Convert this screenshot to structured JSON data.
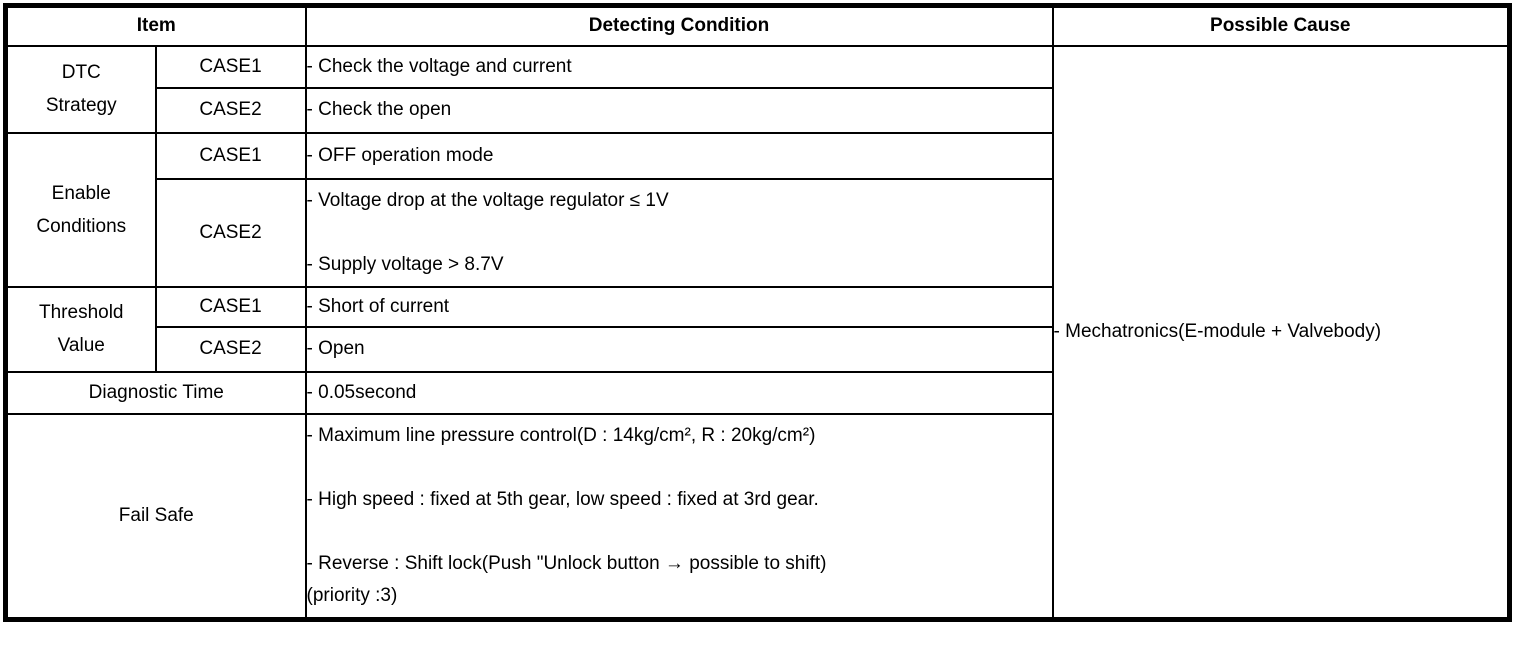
{
  "table": {
    "header": {
      "item": "Item",
      "detecting_condition": "Detecting Condition",
      "possible_cause": "Possible Cause"
    },
    "dtc_strategy": {
      "label": "DTC\nStrategy",
      "case1_label": "CASE1",
      "case1_condition": "- Check the voltage and current",
      "case2_label": "CASE2",
      "case2_condition": "- Check the open"
    },
    "enable_conditions": {
      "label": "Enable\nConditions",
      "case1_label": "CASE1",
      "case1_condition": "- OFF operation mode",
      "case2_label": "CASE2",
      "case2_condition": "- Voltage drop at the voltage regulator ≤ 1V\n\n- Supply voltage > 8.7V"
    },
    "threshold_value": {
      "label": "Threshold\nValue",
      "case1_label": "CASE1",
      "case1_condition": "- Short of current",
      "case2_label": "CASE2",
      "case2_condition": "- Open"
    },
    "diagnostic_time": {
      "label": "Diagnostic Time",
      "condition": "- 0.05second"
    },
    "fail_safe": {
      "label": "Fail Safe",
      "condition": "- Maximum line pressure control(D : 14kg/cm², R : 20kg/cm²)\n\n- High speed : fixed at 5th gear, low speed : fixed at 3rd gear.\n\n- Reverse : Shift lock(Push \"Unlock button → possible to shift)\n(priority :3)"
    },
    "possible_cause": "- Mechatronics(E-module + Valvebody)"
  }
}
